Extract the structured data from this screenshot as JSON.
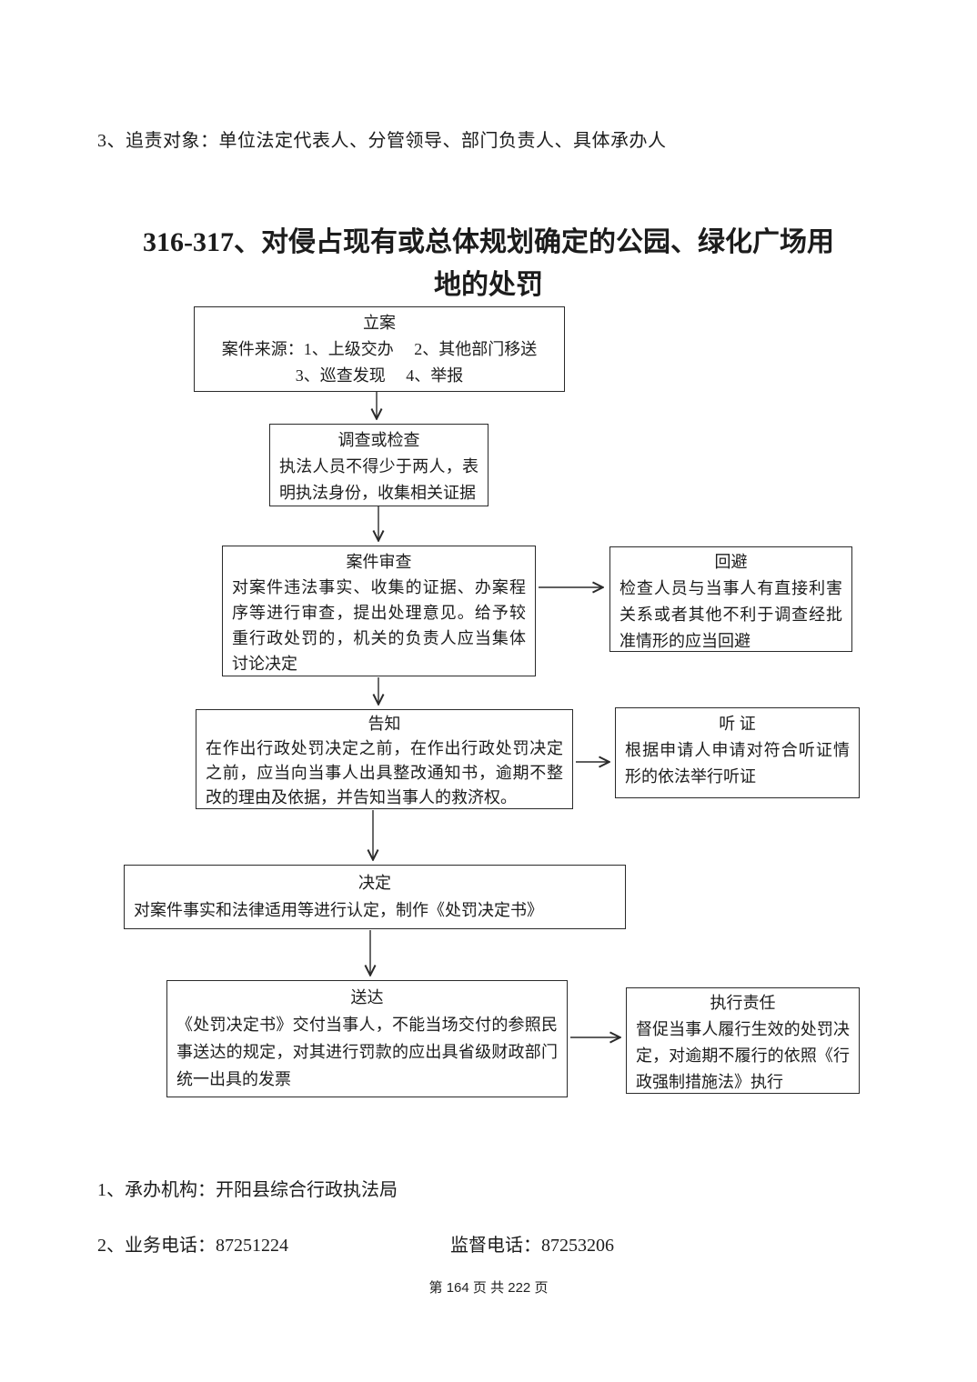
{
  "note": "3、追责对象：单位法定代表人、分管领导、部门负责人、具体承办人",
  "title": {
    "line1": "316-317、对侵占现有或总体规划确定的公园、绿化广场用",
    "line2": "地的处罚"
  },
  "flowchart": {
    "lian": {
      "title": "立案",
      "line1": "案件来源：1、上级交办　 2、其他部门移送",
      "line2": "3、巡查发现　  4、举报"
    },
    "diaocha": {
      "title": "调查或检查",
      "body": "执法人员不得少于两人，表明执法身份，收集相关证据"
    },
    "shencha": {
      "title": "案件审查",
      "body": "对案件违法事实、收集的证据、办案程序等进行审查，提出处理意见。给予较重行政处罚的，机关的负责人应当集体讨论决定"
    },
    "huibi": {
      "title": "回避",
      "body": "检查人员与当事人有直接利害关系或者其他不利于调查经批准情形的应当回避"
    },
    "gaozhi": {
      "title": "告知",
      "body": "在作出行政处罚决定之前，在作出行政处罚决定之前，应当向当事人出具整改通知书，逾期不整改的理由及依据，并告知当事人的救济权。"
    },
    "tingzheng": {
      "title": "听 证",
      "body": "根据申请人申请对符合听证情形的依法举行听证"
    },
    "jueding": {
      "title": "决定",
      "body": "对案件事实和法律适用等进行认定，制作《处罚决定书》"
    },
    "songda": {
      "title": "送达",
      "body": "《处罚决定书》交付当事人，不能当场交付的参照民事送达的规定，对其进行罚款的应出具省级财政部门统一出具的发票"
    },
    "zhixing": {
      "title": "执行责任",
      "body": "督促当事人履行生效的处罚决定，对逾期不履行的依照《行政强制措施法》执行"
    }
  },
  "info": {
    "line1": "1、承办机构：开阳县综合行政执法局",
    "line2_left": "2、业务电话：87251224",
    "line2_right": "监督电话：87253206"
  },
  "footer": "第 164 页 共 222 页"
}
